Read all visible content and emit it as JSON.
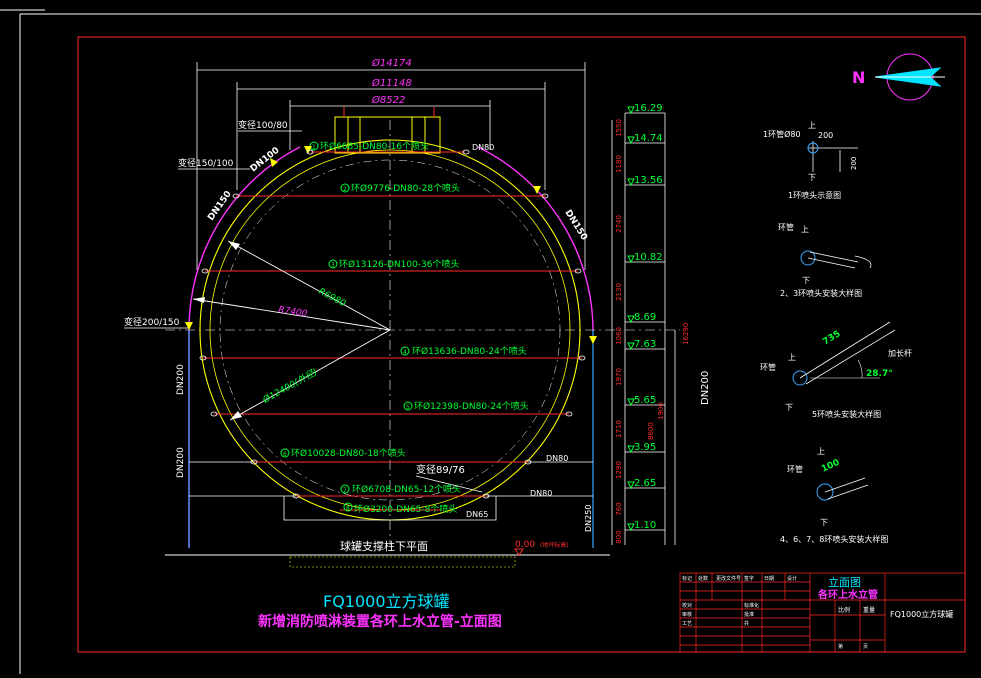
{
  "colors": {
    "frame": "#ff2a2a",
    "white": "#ffffff",
    "green": "#00ff33",
    "magenta": "#ff33ff",
    "cyan": "#00e5ff",
    "yellow": "#ffff00",
    "red": "#ff2a2a",
    "blue": "#3aa6ff"
  },
  "north": {
    "label": "N"
  },
  "top_dims": {
    "d1": "Ø14174",
    "d2": "Ø11148",
    "d3": "Ø8522"
  },
  "reducers": {
    "r1": "变径100/80",
    "r2": "变径150/100",
    "r3": "变径200/150",
    "r4": "变径89/76"
  },
  "pipes": {
    "dn100": "DN100",
    "dn150_left": "DN150",
    "dn150_right": "DN150",
    "dn80_top": "DN80",
    "dn200_a": "DN200",
    "dn200_b": "DN200",
    "dn200_right": "DN200",
    "dn80_r6": "DN80",
    "dn80_r7": "DN80",
    "dn65": "DN65",
    "dn250": "DN250"
  },
  "rings": [
    {
      "num": "1",
      "text": "环Ø6685-DN80-16个喷头"
    },
    {
      "num": "2",
      "text": "环Ø9776-DN80-28个喷头"
    },
    {
      "num": "3",
      "text": "环Ø13126-DN100-36个喷头"
    },
    {
      "num": "4",
      "text": "环Ø13636-DN80-24个喷头"
    },
    {
      "num": "5",
      "text": "环Ø12398-DN80-24个喷头"
    },
    {
      "num": "6",
      "text": "环Ø10028-DN80-18个喷头"
    },
    {
      "num": "7",
      "text": "环Ø6708-DN65-12个喷头"
    },
    {
      "num": "8",
      "text": "环Ø3200-DN65-8个喷头"
    }
  ],
  "radii": {
    "r1": "R6980",
    "r2": "R7400",
    "r3": "Ø12400(外径)"
  },
  "elevations": [
    "16.29",
    "14.74",
    "13.56",
    "10.82",
    "8.69",
    "7.63",
    "5.65",
    "3.95",
    "2.65",
    "1.10"
  ],
  "level_dims": [
    "1550",
    "1180",
    "2740",
    "2130",
    "1060",
    "1970",
    "1710",
    "1290",
    "760",
    "800"
  ],
  "total_dims": {
    "t1": "16290",
    "t2": "8600",
    "t3": "1900"
  },
  "ground": {
    "label": "球罐支撑柱下平面",
    "zero": "0.00",
    "zero_note": "(地坪标高)"
  },
  "details": {
    "d1_title": "1环喷头示意图",
    "d1_pipe": "1环管Ø80",
    "d1_dim1": "200",
    "d1_dim2": "200",
    "d1_up": "上",
    "d1_down": "下",
    "d2_title": "2、3环喷头安装大样图",
    "d2_pipe": "环管",
    "d2_up": "上",
    "d2_down": "下",
    "d3_title": "5环喷头安装大样图",
    "d3_pipe": "环管",
    "d3_len": "735",
    "d3_ang": "28.7°",
    "d3_ext": "加长杆",
    "d3_up": "上",
    "d3_down": "下",
    "d4_title": "4、6、7、8环喷头安装大样图",
    "d4_pipe": "环管",
    "d4_len": "100",
    "d4_up": "上",
    "d4_down": "下"
  },
  "title": {
    "main": "FQ1000立方球罐",
    "sub": "新增消防喷淋装置各环上水立管-立面图"
  },
  "title_block": {
    "drawing_name": "立面图",
    "drawing_desc": "各环上水立管",
    "scale": "比例",
    "qty": "重量",
    "project": "FQ1000立方球罐",
    "rows": [
      "标记",
      "处数",
      "更改文件号",
      "签字",
      "日期",
      "设计",
      "校对",
      "审核",
      "工艺",
      "标准化",
      "批准",
      "共",
      "第",
      "页"
    ]
  }
}
